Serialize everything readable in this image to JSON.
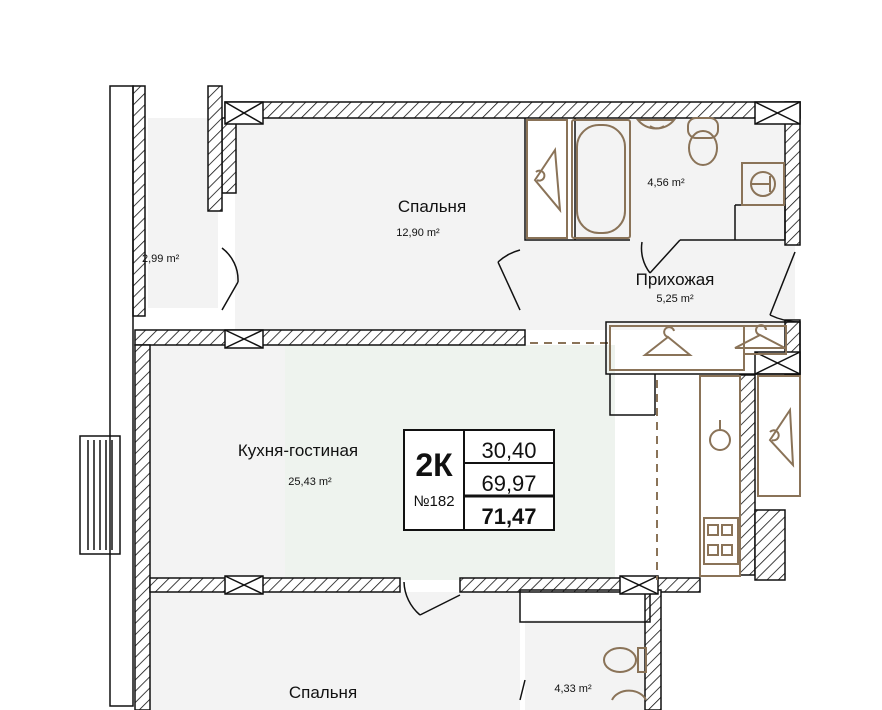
{
  "plan": {
    "colors": {
      "fixture": "#8a7358",
      "wall": "#111111",
      "floor": "#f3f3f3",
      "living_floor": "#eef3ee"
    },
    "rooms": {
      "balcony": {
        "area": "2,99 m²"
      },
      "bedroom_top": {
        "name": "Спальня",
        "area": "12,90 m²"
      },
      "bathroom": {
        "area": "4,56 m²"
      },
      "hallway": {
        "name": "Прихожая",
        "area": "5,25 m²"
      },
      "living": {
        "name": "Кухня-гостиная",
        "area": "25,43 m²"
      },
      "bedroom_bottom": {
        "name": "Спальня"
      },
      "wc": {
        "area": "4,33 m²"
      }
    },
    "info_box": {
      "type": "2К",
      "number": "№182",
      "living_area": "30,40",
      "area": "69,97",
      "total_area": "71,47"
    }
  }
}
